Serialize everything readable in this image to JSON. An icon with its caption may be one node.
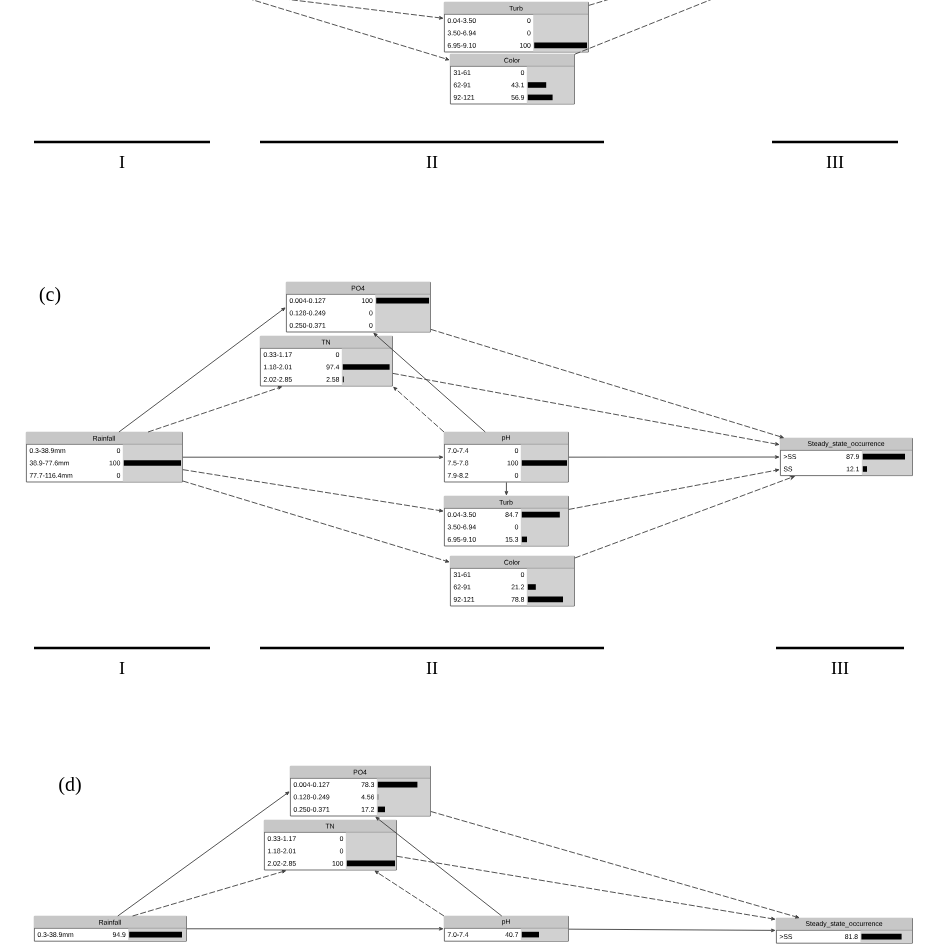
{
  "diagram": {
    "nodes": [
      {
        "text": [
          "Turb",
          "0.04-3.50",
          "0",
          "3.50-6.94",
          "0",
          "6.95-9.10",
          "100"
        ]
      },
      {
        "text": [
          "Color",
          "31-61",
          "0",
          "62-91",
          "43.1",
          "92-121",
          "56.9"
        ]
      },
      {
        "text": [
          "PO4",
          "0.004-0.127",
          "100",
          "0.128-0.249",
          "0",
          "0.250-0.371",
          "0"
        ]
      },
      {
        "text": [
          "TN",
          "0.33-1.17",
          "0",
          "1.18-2.01",
          "97.4",
          "2.02-2.85",
          "2.58"
        ]
      },
      {
        "text": [
          "Rainfall",
          "0.3-38.9mm",
          "0",
          "38.9-77.6mm",
          "100",
          "77.7-116.4mm",
          "0"
        ]
      },
      {
        "text": [
          "pH",
          "7.0-7.4",
          "0",
          "7.5-7.8",
          "100",
          "7.9-8.2",
          "0"
        ]
      },
      {
        "text": [
          "Turb",
          "0.04-3.50",
          "84.7",
          "3.50-6.94",
          "0",
          "6.95-9.10",
          "15.3"
        ]
      },
      {
        "text": [
          "Color",
          "31-61",
          "0",
          "62-91",
          "21.2",
          "92-121",
          "78.8"
        ]
      },
      {
        "text": [
          "Steady_state_occurrence",
          ">SS",
          "87.9",
          "SS",
          "12.1"
        ]
      },
      {
        "text": [
          "PO4",
          "0.004-0.127",
          "78.3",
          "0.128-0.249",
          "4.56",
          "0.250-0.371",
          "17.2"
        ]
      },
      {
        "text": [
          "TN",
          "0.33-1.17",
          "0",
          "1.18-2.01",
          "0",
          "2.02-2.85",
          "100"
        ]
      },
      {
        "text": [
          "Rainfall",
          "0.3-38.9mm",
          "94.9"
        ]
      },
      {
        "text": [
          "pH",
          "7.0-7.4",
          "40.7"
        ]
      },
      {
        "text": [
          "Steady_state_occurrence",
          ">SS",
          "81.8"
        ]
      }
    ],
    "edges": [
      {
        "from": null,
        "to": 0,
        "arrow": "to",
        "style": "dashed"
      },
      {
        "from": null,
        "to": 1,
        "arrow": "to",
        "style": "dashed"
      },
      {
        "from": 0,
        "to": null,
        "arrow": "none",
        "style": "dashed"
      },
      {
        "from": 1,
        "to": null,
        "arrow": "none",
        "style": "dashed"
      },
      {
        "from": 4,
        "to": 2,
        "arrow": "to"
      },
      {
        "from": 4,
        "to": 3,
        "arrow": "to",
        "style": "dashed"
      },
      {
        "from": 4,
        "to": 5,
        "arrow": "to"
      },
      {
        "from": 4,
        "to": 6,
        "arrow": "to",
        "style": "dashed"
      },
      {
        "from": 4,
        "to": 7,
        "arrow": "to",
        "style": "dashed"
      },
      {
        "from": 5,
        "to": 2,
        "arrow": "to"
      },
      {
        "from": 5,
        "to": 3,
        "arrow": "to",
        "style": "dashed"
      },
      {
        "from": 5,
        "to": 6,
        "arrow": "to"
      },
      {
        "from": 2,
        "to": 8,
        "arrow": "to",
        "style": "dashed"
      },
      {
        "from": 3,
        "to": 8,
        "arrow": "to",
        "style": "dashed"
      },
      {
        "from": 5,
        "to": 8,
        "arrow": "to"
      },
      {
        "from": 6,
        "to": 8,
        "arrow": "to",
        "style": "dashed"
      },
      {
        "from": 7,
        "to": 8,
        "arrow": "to",
        "style": "dashed"
      },
      {
        "from": 11,
        "to": 9,
        "arrow": "to"
      },
      {
        "from": 11,
        "to": 10,
        "arrow": "to",
        "style": "dashed"
      },
      {
        "from": 11,
        "to": 12,
        "arrow": "to"
      },
      {
        "from": 12,
        "to": 9,
        "arrow": "to"
      },
      {
        "from": 12,
        "to": 10,
        "arrow": "to",
        "style": "dashed"
      },
      {
        "from": 9,
        "to": 13,
        "arrow": "to",
        "style": "dashed"
      },
      {
        "from": 10,
        "to": 13,
        "arrow": "to",
        "style": "dashed"
      },
      {
        "from": 12,
        "to": 13,
        "arrow": "to"
      }
    ],
    "labels": [
      "I",
      "II",
      "III",
      "(c)",
      "I",
      "II",
      "III",
      "(d)"
    ]
  }
}
